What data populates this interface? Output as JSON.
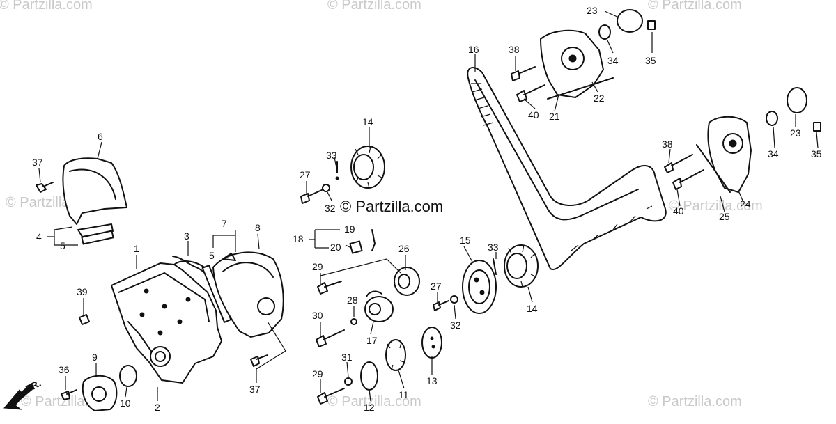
{
  "watermark": "© Partzilla.com",
  "brand": "© Partzilla.com",
  "direction_label": "FR.",
  "callouts": {
    "c1": "1",
    "c2": "2",
    "c3": "3",
    "c4": "4",
    "c5a": "5",
    "c5b": "5",
    "c6": "6",
    "c7": "7",
    "c8": "8",
    "c9": "9",
    "c10": "10",
    "c11": "11",
    "c12": "12",
    "c13": "13",
    "c14a": "14",
    "c14b": "14",
    "c15": "15",
    "c16": "16",
    "c17": "17",
    "c18": "18",
    "c19": "19",
    "c20": "20",
    "c21": "21",
    "c22": "22",
    "c23a": "23",
    "c23b": "23",
    "c24": "24",
    "c25": "25",
    "c26": "26",
    "c27a": "27",
    "c27b": "27",
    "c28": "28",
    "c29a": "29",
    "c29b": "29",
    "c30": "30",
    "c31": "31",
    "c32a": "32",
    "c32b": "32",
    "c33a": "33",
    "c33b": "33",
    "c34a": "34",
    "c34b": "34",
    "c35a": "35",
    "c35b": "35",
    "c36": "36",
    "c37a": "37",
    "c37b": "37",
    "c38a": "38",
    "c38b": "38",
    "c39": "39",
    "c40a": "40",
    "c40b": "40"
  }
}
